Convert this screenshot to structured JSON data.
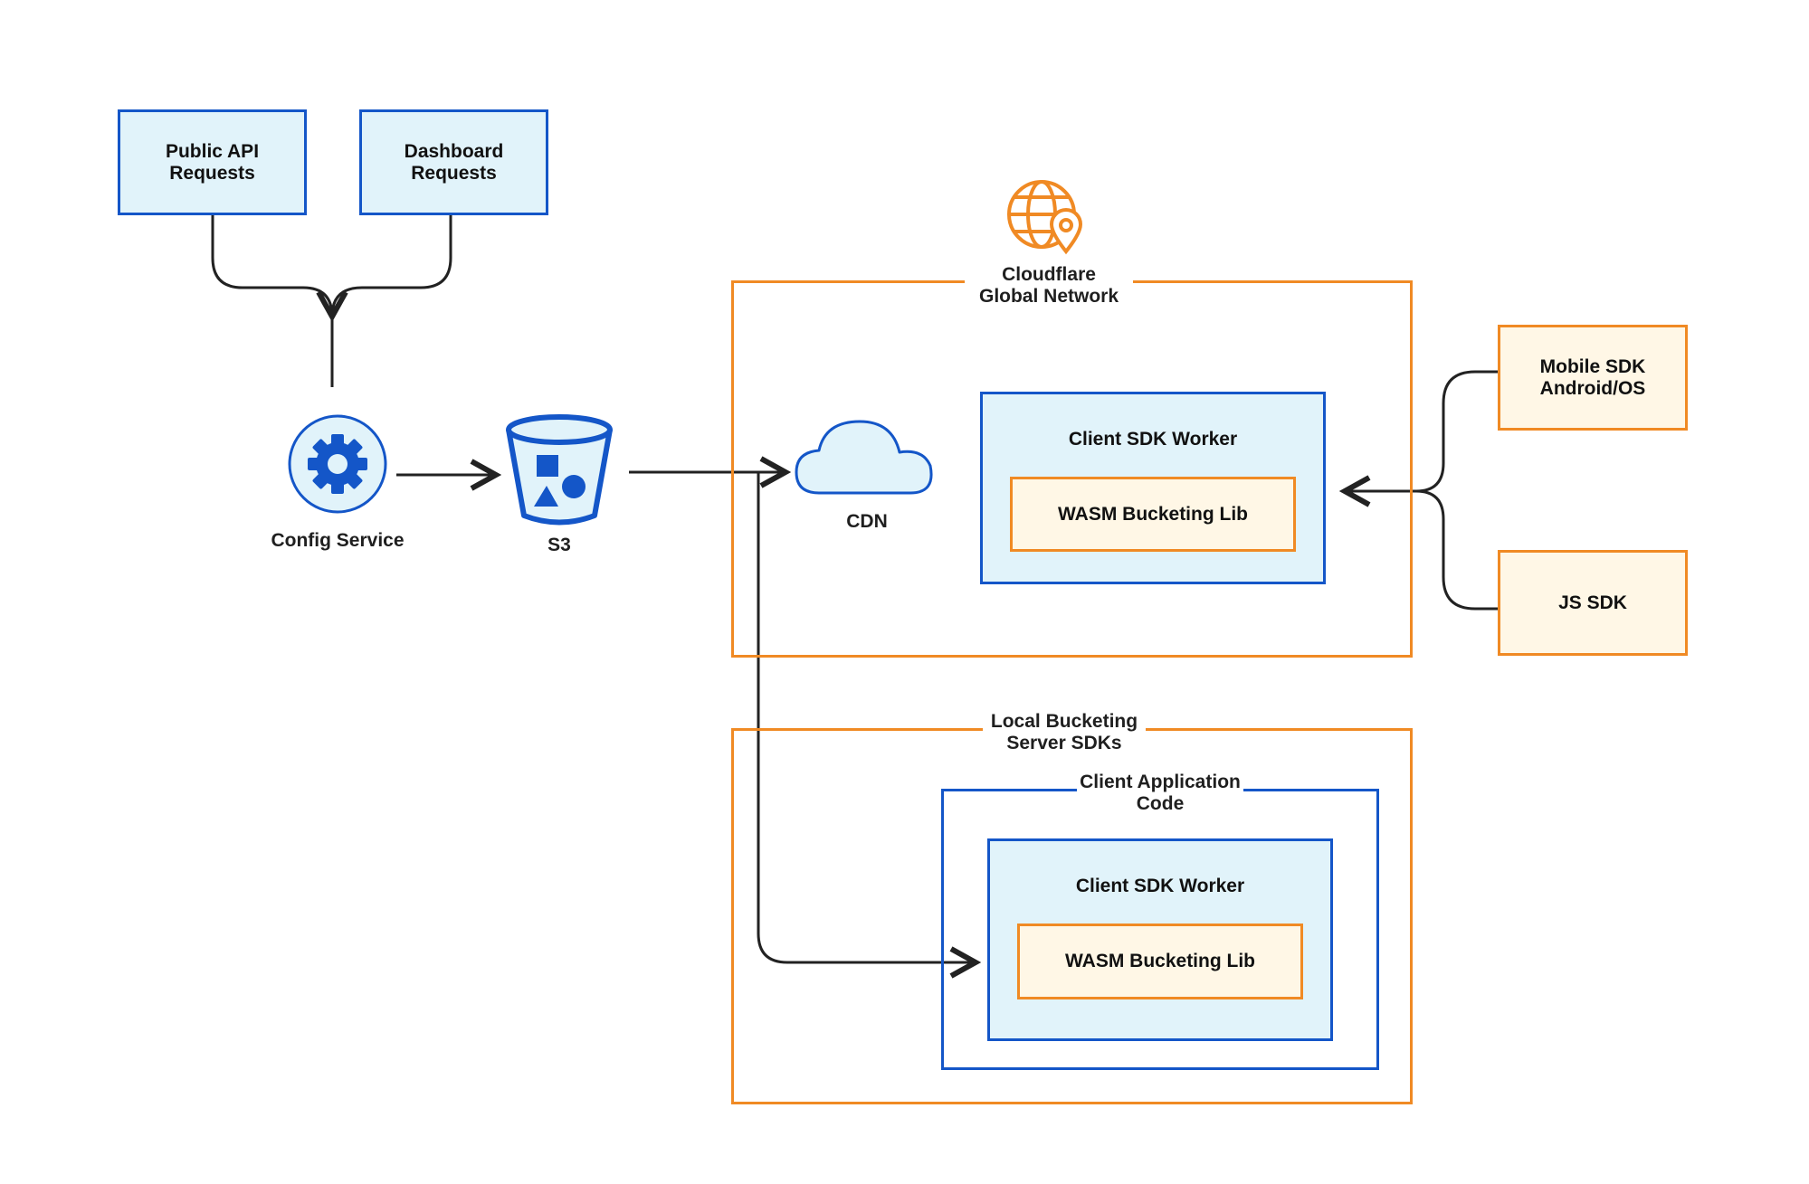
{
  "sources": {
    "public_api": "Public API\nRequests",
    "dashboard": "Dashboard\nRequests"
  },
  "nodes": {
    "config_service": "Config Service",
    "s3": "S3",
    "cdn": "CDN"
  },
  "cloudflare": {
    "title": "Cloudflare\nGlobal Network",
    "worker_title": "Client SDK Worker",
    "wasm_lib": "WASM Bucketing Lib"
  },
  "clients": {
    "mobile_sdk": "Mobile SDK\nAndroid/OS",
    "js_sdk": "JS SDK"
  },
  "local": {
    "title": "Local Bucketing\nServer SDKs",
    "app_code_title": "Client Application\nCode",
    "worker_title": "Client SDK Worker",
    "wasm_lib": "WASM Bucketing Lib"
  },
  "colors": {
    "blue": "#1456c8",
    "orange": "#f08a24",
    "light_blue_fill": "#e1f3fa",
    "light_orange_fill": "#fff7e6",
    "line": "#222222"
  },
  "icons": [
    "gear-icon",
    "bucket-icon",
    "cloud-icon",
    "globe-pin-icon"
  ]
}
